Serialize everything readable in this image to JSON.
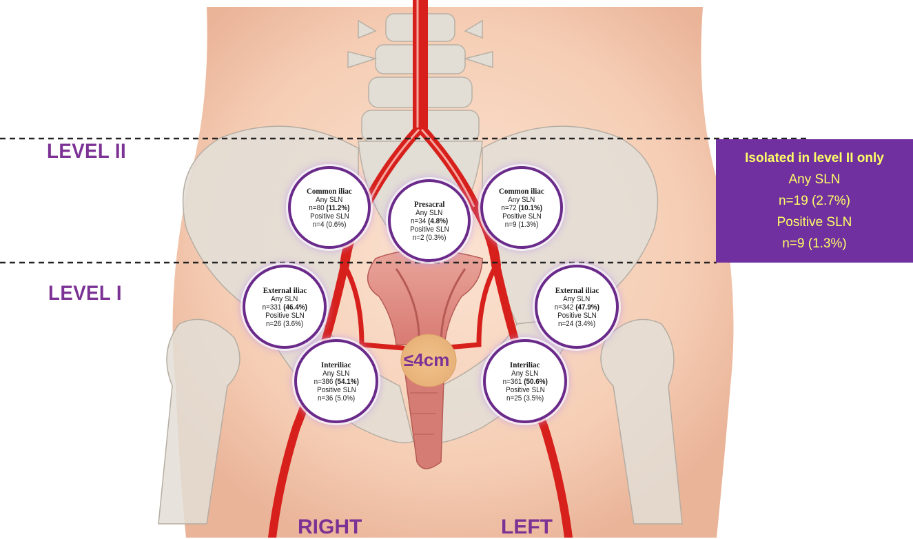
{
  "levels": {
    "level_ii": "LEVEL II",
    "level_i": "LEVEL I"
  },
  "sides": {
    "right": "RIGHT",
    "left": "LEFT"
  },
  "tumor_label": "≤4cm",
  "isolated_box": {
    "title": "Isolated in level II only",
    "any_label": "Any SLN",
    "any_value": "n=19 (2.7%)",
    "positive_label": "Positive SLN",
    "positive_value": "n=9 (1.3%)"
  },
  "nodes": {
    "right_common_iliac": {
      "title": "Common iliac",
      "any_label": "Any SLN",
      "any_n": "n=80",
      "any_pct": "(11.2%)",
      "pos_label": "Positive SLN",
      "pos_value": "n=4 (0.6%)"
    },
    "presacral": {
      "title": "Presacral",
      "any_label": "Any SLN",
      "any_n": "n=34",
      "any_pct": "(4.8%)",
      "pos_label": "Positive SLN",
      "pos_value": "n=2 (0.3%)"
    },
    "left_common_iliac": {
      "title": "Common iliac",
      "any_label": "Any SLN",
      "any_n": "n=72",
      "any_pct": "(10.1%)",
      "pos_label": "Positive SLN",
      "pos_value": "n=9 (1.3%)"
    },
    "right_external_iliac": {
      "title": "External iliac",
      "any_label": "Any SLN",
      "any_n": "n=331",
      "any_pct": "(46.4%)",
      "pos_label": "Positive SLN",
      "pos_value": "n=26 (3.6%)"
    },
    "left_external_iliac": {
      "title": "External iliac",
      "any_label": "Any SLN",
      "any_n": "n=342",
      "any_pct": "(47.9%)",
      "pos_label": "Positive SLN",
      "pos_value": "n=24 (3.4%)"
    },
    "right_interiliac": {
      "title": "Interiliac",
      "any_label": "Any SLN",
      "any_n": "n=386",
      "any_pct": "(54.1%)",
      "pos_label": "Positive SLN",
      "pos_value": "n=36 (5.0%)"
    },
    "left_interiliac": {
      "title": "Interiliac",
      "any_label": "Any SLN",
      "any_n": "n=361",
      "any_pct": "(50.6%)",
      "pos_label": "Positive SLN",
      "pos_value": "n=25 (3.5%)"
    }
  },
  "colors": {
    "accent_purple": "#7b3294",
    "box_purple": "#7030a0",
    "box_text_yellow": "#ffff66",
    "artery_red": "#d7201b",
    "skin": "#f6d2bc",
    "bone": "#ddd8d0"
  }
}
